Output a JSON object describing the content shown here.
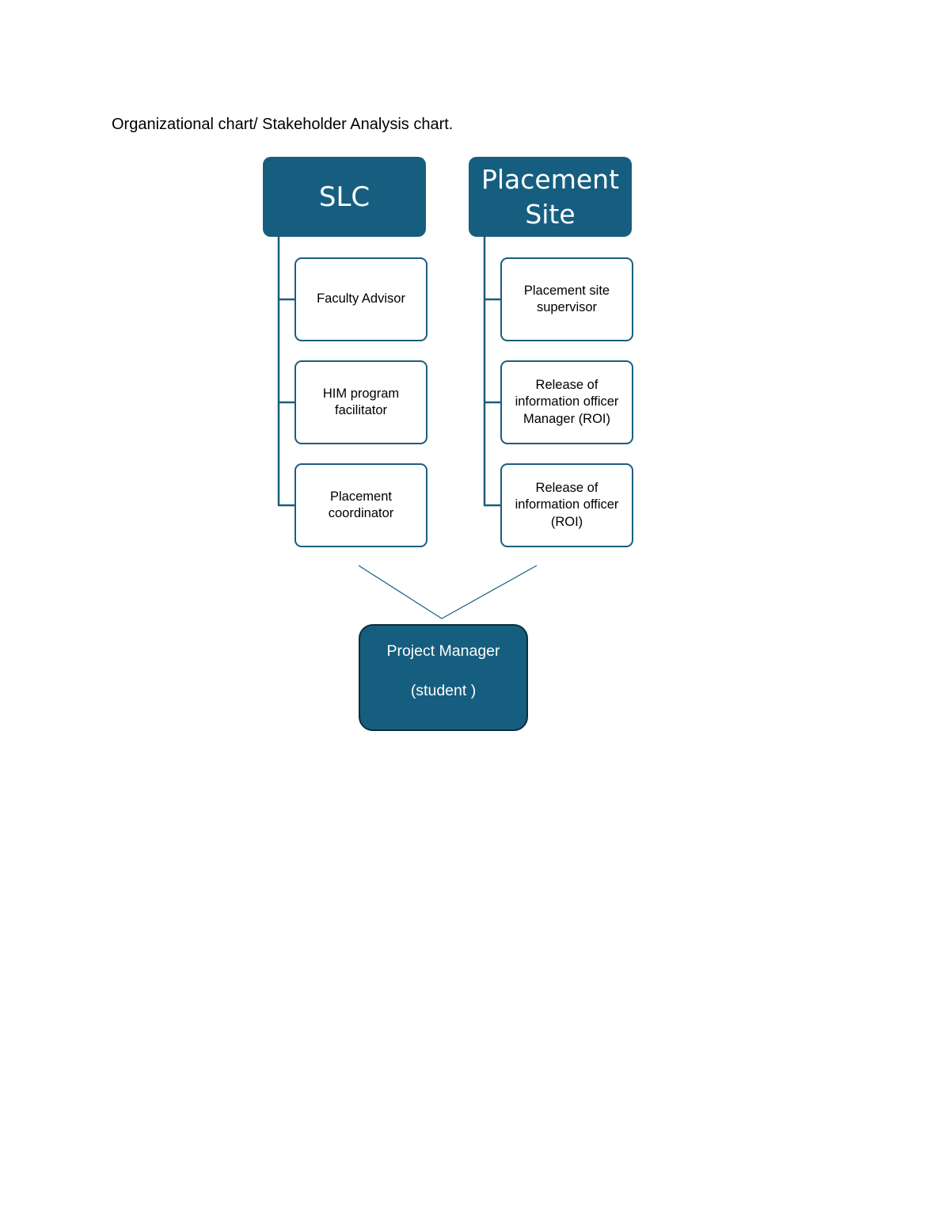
{
  "heading": "Organizational chart/ Stakeholder Analysis chart.",
  "colors": {
    "header_fill": "#165e7f",
    "box_border": "#1a5e7d",
    "connector": "#1a5e7d",
    "pm_border": "#0b2e3f"
  },
  "slc": {
    "title": "SLC",
    "children": [
      {
        "label": "Faculty Advisor"
      },
      {
        "label": "HIM program facilitator"
      },
      {
        "label": "Placement coordinator"
      }
    ]
  },
  "placement_site": {
    "title": "Placement Site",
    "children": [
      {
        "label": "Placement site supervisor"
      },
      {
        "label": "Release of information officer Manager (ROI)"
      },
      {
        "label": "Release of information officer (ROI)"
      }
    ]
  },
  "project_manager": {
    "title": "Project Manager",
    "subtitle": "(student )"
  }
}
